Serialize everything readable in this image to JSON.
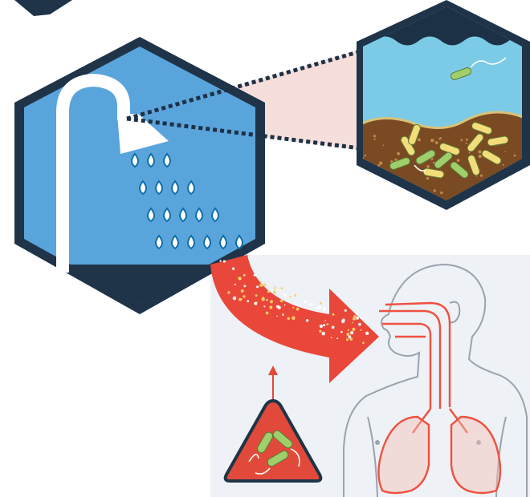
{
  "colors": {
    "hex_dark": "#1f3448",
    "shower_blue": "#5aa4dc",
    "shower_pipe": "#ffffff",
    "drop_fill": "#ffffff",
    "drop_stroke": "#0e6fa8",
    "water": "#7ccbe6",
    "wave": "#1d3146",
    "sediment": "#7a4a22",
    "bacteria_green": "#9fcf6b",
    "bacteria_yellow": "#f2dd7a",
    "aerosol_red": "#e8473a",
    "warning_red": "#e14a3a",
    "lung_red": "#ef5040",
    "body_outline": "#9aa3ad",
    "panel_bg": "#eef1f5",
    "zoom_shade": "#f4d6d2"
  },
  "icons": [
    "shower-icon",
    "water-drop-icon",
    "bacteria-icon",
    "warning-triangle-icon",
    "human-respiratory-icon",
    "curved-arrow-icon",
    "up-arrow-icon"
  ],
  "shower_drops_rows": [
    3,
    4,
    5,
    6
  ]
}
